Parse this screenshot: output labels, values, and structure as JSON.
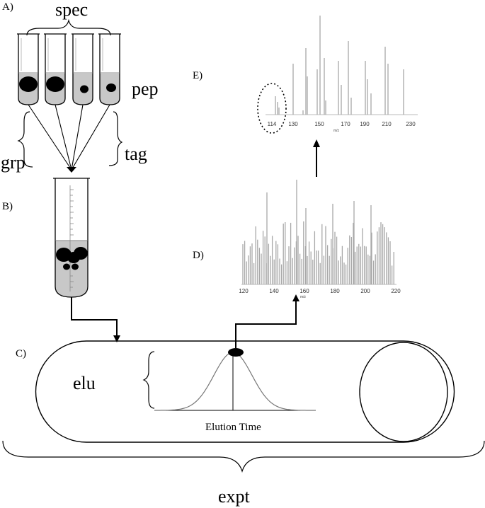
{
  "labels": {
    "spec": "spec",
    "pep": "pep",
    "grp": "grp",
    "tag": "tag",
    "elu": "elu",
    "expt": "expt",
    "elution_time": "Elution Time"
  },
  "panels": {
    "a": "A)",
    "b": "B)",
    "c": "C)",
    "d": "D)",
    "e": "E)"
  },
  "spectrum_d": {
    "xaxis_ticks": [
      "120",
      "140",
      "160",
      "180",
      "200",
      "220"
    ],
    "xaxis_title": "m/z"
  },
  "spectrum_e": {
    "xaxis_ticks": [
      "114",
      "130",
      "150",
      "170",
      "190",
      "210",
      "230"
    ],
    "xaxis_title": "m/z"
  },
  "colors": {
    "tube_fill": "#c8c8c8",
    "spectrum_line": "#a8a8a8",
    "ink": "#000000"
  }
}
